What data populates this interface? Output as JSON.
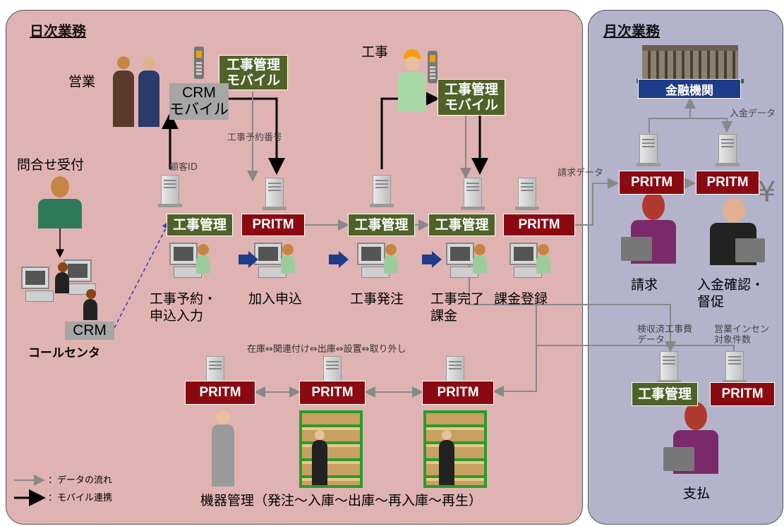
{
  "panels": {
    "daily_title": "日次業務",
    "monthly_title": "月次業務"
  },
  "boxes": {
    "koji_mobile_1": "工事管理\nモバイル",
    "koji_mobile_2": "工事管理\nモバイル",
    "crm_mobile": "CRM\nモバイル",
    "crm_center": "CRM",
    "koji_kanri_1": "工事管理",
    "pritm_1": "PRITM",
    "koji_kanri_2": "工事管理",
    "koji_kanri_3": "工事管理",
    "pritm_2": "PRITM",
    "pritm_seikyu": "PRITM",
    "pritm_nyukin": "PRITM",
    "kinyu_kikan": "金融機関",
    "pritm_stock_1": "PRITM",
    "pritm_stock_2": "PRITM",
    "pritm_stock_3": "PRITM",
    "koji_kanri_monthly": "工事管理",
    "pritm_monthly": "PRITM"
  },
  "labels": {
    "eigyo": "営業",
    "koji": "工事",
    "toiawase": "問合せ受付",
    "call_center": "コールセンタ",
    "koji_yoyaku": "工事予約・\n申込入力",
    "kanyu": "加入申込",
    "koji_hatchu": "工事発注",
    "koji_kanryo": "工事完了\n課金",
    "kakin_toroku": "課金登録",
    "seikyu": "請求",
    "nyukin_kakunin": "入金確認・\n督促",
    "shiharai": "支払",
    "kiki_kanri": "機器管理（発注～入庫～出庫～再入庫～再生）"
  },
  "annotations": {
    "koji_yoyaku_bango": "工事予約番号",
    "kokyaku_id": "顧客ID",
    "seikyu_data": "請求データ",
    "nyukin_data": "入金データ",
    "kenshu_koji": "検収済工事費\nデータ",
    "eigyo_incentive": "営業インセン\n対象件数",
    "zaiko_flow": "在庫⇔関連付け⇔出庫⇔設置⇔取り外し",
    "yen_sign": "¥"
  },
  "legend": {
    "data_flow": "：データの流れ",
    "mobile_link": "：モバイル連携"
  },
  "colors": {
    "daily_bg": "#e0b3b3",
    "monthly_bg": "#b3b3cc",
    "koji_box": "#4f6228",
    "pritm_box": "#8b0a12",
    "bank_box": "#1f3c8a"
  }
}
